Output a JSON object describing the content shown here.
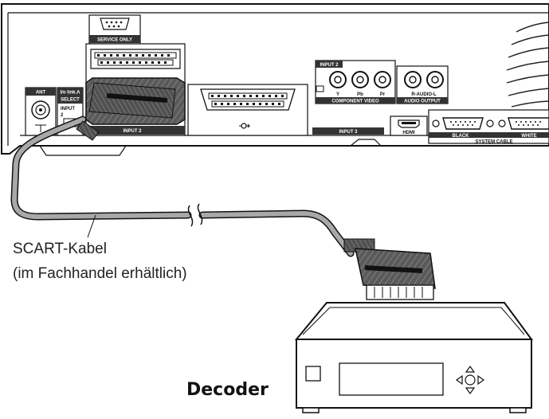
{
  "panel": {
    "service_only": "SERVICE  ONLY",
    "ant": "ANT",
    "iolink_line1": "I/o link.A",
    "iolink_line2": "SELECT",
    "input_side": "INPUT",
    "input_side_num": "2",
    "input2_scart": "INPUT 2",
    "input2_component": "INPUT 2",
    "comp_y": "Y",
    "comp_pb": "Pb",
    "comp_pr": "Pr",
    "component_video": "COMPONENT VIDEO",
    "r_audio_l": "R-AUDIO-L",
    "audio_output": "AUDIO OUTPUT",
    "input3": "INPUT 3",
    "hdmi": "HDMI",
    "black": "BLACK",
    "white": "WHITE",
    "system_cable": "SYSTEM CABLE"
  },
  "labels": {
    "cable_line1": "SCART-Kabel",
    "cable_line2": "(im Fachhandel erhältlich)",
    "decoder": "Decoder"
  },
  "colors": {
    "outline": "#111111",
    "label_bar": "#333333",
    "cable_gray": "#9a9a9a",
    "plug_dark": "#444444"
  }
}
